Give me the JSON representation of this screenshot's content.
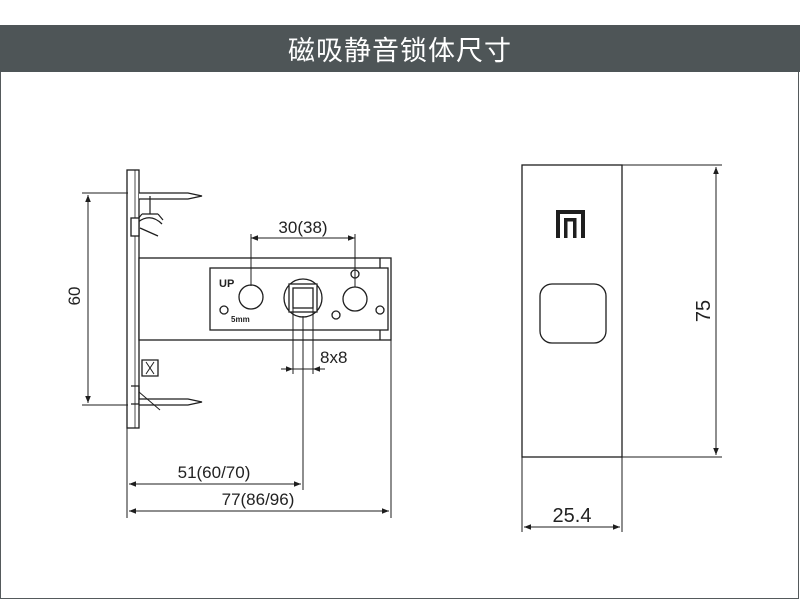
{
  "title": "磁吸静音锁体尺寸",
  "colors": {
    "header_bg": "#4e5557",
    "header_text": "#ffffff",
    "line": "#1e1e1e",
    "frame": "#555a5c"
  },
  "labels": {
    "cam_spacing": "30(38)",
    "height": "60",
    "spindle": "8x8",
    "backset": "51(60/70)",
    "total_length": "77(86/96)",
    "strike_height": "75",
    "strike_width": "25.4",
    "up_mark": "UP",
    "size_mark": "5mm"
  },
  "icons": {
    "logo": "m-logo-icon",
    "magnet": "magnet-pad-icon"
  }
}
